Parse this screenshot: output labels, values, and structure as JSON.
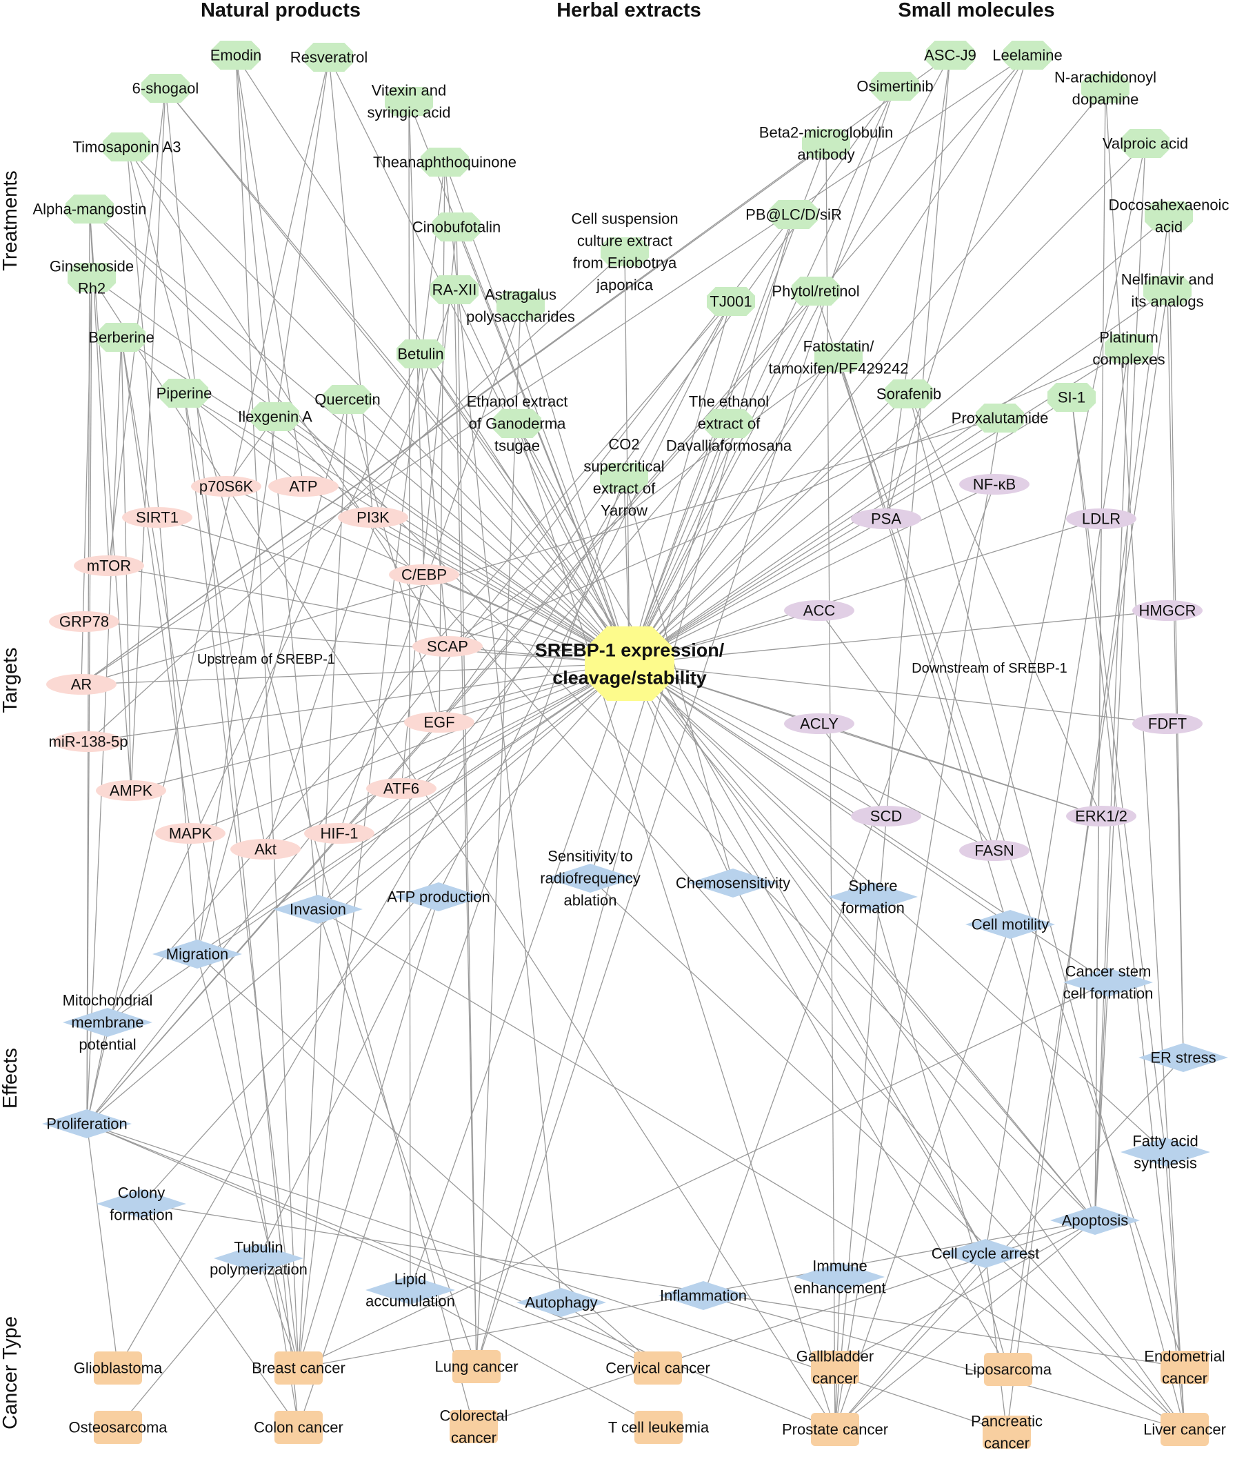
{
  "colors": {
    "treatment": "#c9ecc2",
    "upstream": "#fbd9d3",
    "downstream": "#e1cfe5",
    "effect": "#b8d2ec",
    "cancer": "#f8cfa0",
    "center": "#fdfb8c",
    "edge": "#9a9a9a"
  },
  "headers": {
    "natural": "Natural products",
    "herbal": "Herbal extracts",
    "small": "Small molecules"
  },
  "rows": {
    "treatments": "Treatments",
    "targets": "Targets",
    "effects": "Effects",
    "cancer": "Cancer Type"
  },
  "sections": {
    "upstream": "Upstream of SREBP-1",
    "downstream": "Downstream of SREBP-1"
  },
  "center": {
    "label": "SREBP-1 expression/\ncleavage/stability"
  },
  "nodes": {
    "treatments": [
      {
        "id": "emodin",
        "label": "Emodin"
      },
      {
        "id": "resveratrol",
        "label": "Resveratrol"
      },
      {
        "id": "shogaol",
        "label": "6-shogaol"
      },
      {
        "id": "vitexin",
        "label": "Vitexin and\nsyringic acid"
      },
      {
        "id": "timosaponin",
        "label": "Timosaponin A3"
      },
      {
        "id": "theanaph",
        "label": "Theanaphthoquinone"
      },
      {
        "id": "alphamang",
        "label": "Alpha-mangostin"
      },
      {
        "id": "cinobufotalin",
        "label": "Cinobufotalin"
      },
      {
        "id": "ginsenoside",
        "label": "Ginsenoside\nRh2"
      },
      {
        "id": "raxii",
        "label": "RA-XII"
      },
      {
        "id": "berberine",
        "label": "Berberine"
      },
      {
        "id": "betulin",
        "label": "Betulin"
      },
      {
        "id": "piperine",
        "label": "Piperine"
      },
      {
        "id": "ilexgenin",
        "label": "Ilexgenin A"
      },
      {
        "id": "quercetin",
        "label": "Quercetin"
      },
      {
        "id": "astragalus",
        "label": "Astragalus\npolysaccharides"
      },
      {
        "id": "eriobotrya",
        "label": "Cell suspension\nculture extract\nfrom Eriobotrya\njaponica"
      },
      {
        "id": "ganoderma",
        "label": "Ethanol extract\nof Ganoderma\ntsugae"
      },
      {
        "id": "yarrow",
        "label": "CO2\nsupercritical\nextract of\nYarrow"
      },
      {
        "id": "davallia",
        "label": "The ethanol\nextract of\nDavalliaformosana"
      },
      {
        "id": "tj001",
        "label": "TJ001"
      },
      {
        "id": "ascj9",
        "label": "ASC-J9"
      },
      {
        "id": "leelamine",
        "label": "Leelamine"
      },
      {
        "id": "osimertinib",
        "label": "Osimertinib"
      },
      {
        "id": "narach",
        "label": "N-arachidonoyl\ndopamine"
      },
      {
        "id": "beta2",
        "label": "Beta2-microglobulin\nantibody"
      },
      {
        "id": "valproic",
        "label": "Valproic acid"
      },
      {
        "id": "pblc",
        "label": "PB@LC/D/siR"
      },
      {
        "id": "docosa",
        "label": "Docosahexaenoic\nacid"
      },
      {
        "id": "phytol",
        "label": "Phytol/retinol"
      },
      {
        "id": "nelfinavir",
        "label": "Nelfinavir and\nits analogs"
      },
      {
        "id": "platinum",
        "label": "Platinum\ncomplexes"
      },
      {
        "id": "fatostatin",
        "label": "Fatostatin/\ntamoxifen/PF429242"
      },
      {
        "id": "sorafenib",
        "label": "Sorafenib"
      },
      {
        "id": "si1",
        "label": "SI-1"
      },
      {
        "id": "proxalutamide",
        "label": "Proxalutamide"
      }
    ],
    "upstream": [
      {
        "id": "p70s6k",
        "label": "p70S6K"
      },
      {
        "id": "atp",
        "label": "ATP"
      },
      {
        "id": "sirt1",
        "label": "SIRT1"
      },
      {
        "id": "pi3k",
        "label": "PI3K"
      },
      {
        "id": "mtor",
        "label": "mTOR"
      },
      {
        "id": "cebp",
        "label": "C/EBP"
      },
      {
        "id": "grp78",
        "label": "GRP78"
      },
      {
        "id": "scap",
        "label": "SCAP"
      },
      {
        "id": "ar",
        "label": "AR"
      },
      {
        "id": "egf",
        "label": "EGF"
      },
      {
        "id": "mir138",
        "label": "miR-138-5p"
      },
      {
        "id": "ampk",
        "label": "AMPK"
      },
      {
        "id": "atf6",
        "label": "ATF6"
      },
      {
        "id": "mapk",
        "label": "MAPK"
      },
      {
        "id": "hif1",
        "label": "HIF-1"
      },
      {
        "id": "akt",
        "label": "Akt"
      }
    ],
    "downstream": [
      {
        "id": "nfkb",
        "label": "NF-κB"
      },
      {
        "id": "psa",
        "label": "PSA"
      },
      {
        "id": "ldlr",
        "label": "LDLR"
      },
      {
        "id": "acc",
        "label": "ACC"
      },
      {
        "id": "hmgcr",
        "label": "HMGCR"
      },
      {
        "id": "acly",
        "label": "ACLY"
      },
      {
        "id": "fdft",
        "label": "FDFT"
      },
      {
        "id": "scd",
        "label": "SCD"
      },
      {
        "id": "erk",
        "label": "ERK1/2"
      },
      {
        "id": "fasn",
        "label": "FASN"
      }
    ],
    "effects": [
      {
        "id": "rfa",
        "label": "Sensitivity to\nradiofrequency\nablation"
      },
      {
        "id": "chemo",
        "label": "Chemosensitivity"
      },
      {
        "id": "atpprod",
        "label": "ATP production"
      },
      {
        "id": "invasion",
        "label": "Invasion"
      },
      {
        "id": "sphere",
        "label": "Sphere\nformation"
      },
      {
        "id": "motility",
        "label": "Cell motility"
      },
      {
        "id": "migration",
        "label": "Migration"
      },
      {
        "id": "csc",
        "label": "Cancer stem\ncell formation"
      },
      {
        "id": "mito",
        "label": "Mitochondrial\nmembrane\npotential"
      },
      {
        "id": "erstress",
        "label": "ER stress"
      },
      {
        "id": "prolif",
        "label": "Proliferation"
      },
      {
        "id": "fas",
        "label": "Fatty acid\nsynthesis"
      },
      {
        "id": "colony",
        "label": "Colony\nformation"
      },
      {
        "id": "apoptosis",
        "label": "Apoptosis"
      },
      {
        "id": "tubulin",
        "label": "Tubulin\npolymerization"
      },
      {
        "id": "cellcycle",
        "label": "Cell cycle arrest"
      },
      {
        "id": "immune",
        "label": "Immune\nenhancement"
      },
      {
        "id": "lipid",
        "label": "Lipid\naccumulation"
      },
      {
        "id": "inflammation",
        "label": "Inflammation"
      },
      {
        "id": "autophagy",
        "label": "Autophagy"
      }
    ],
    "cancers": [
      {
        "id": "glioblastoma",
        "label": "Glioblastoma"
      },
      {
        "id": "breast",
        "label": "Breast cancer"
      },
      {
        "id": "lung",
        "label": "Lung cancer"
      },
      {
        "id": "cervical",
        "label": "Cervical cancer"
      },
      {
        "id": "gallbladder",
        "label": "Gallbladder\ncancer"
      },
      {
        "id": "liposarcoma",
        "label": "Liposarcoma"
      },
      {
        "id": "endometrial",
        "label": "Endometrial\ncancer"
      },
      {
        "id": "osteosarcoma",
        "label": "Osteosarcoma"
      },
      {
        "id": "colon",
        "label": "Colon cancer"
      },
      {
        "id": "colorectal",
        "label": "Colorectal\ncancer"
      },
      {
        "id": "tcell",
        "label": "T cell leukemia"
      },
      {
        "id": "prostate",
        "label": "Prostate cancer"
      },
      {
        "id": "pancreatic",
        "label": "Pancreatic\ncancer"
      },
      {
        "id": "liver",
        "label": "Liver cancer"
      }
    ]
  },
  "edges": [
    [
      "emodin",
      "center"
    ],
    [
      "emodin",
      "atp"
    ],
    [
      "emodin",
      "invasion"
    ],
    [
      "emodin",
      "breast"
    ],
    [
      "resveratrol",
      "center"
    ],
    [
      "resveratrol",
      "pi3k"
    ],
    [
      "resveratrol",
      "migration"
    ],
    [
      "resveratrol",
      "prolif"
    ],
    [
      "shogaol",
      "center"
    ],
    [
      "shogaol",
      "mtor"
    ],
    [
      "shogaol",
      "ampk"
    ],
    [
      "shogaol",
      "apoptosis"
    ],
    [
      "shogaol",
      "colon"
    ],
    [
      "vitexin",
      "center"
    ],
    [
      "vitexin",
      "cebp"
    ],
    [
      "vitexin",
      "lipid"
    ],
    [
      "timosaponin",
      "center"
    ],
    [
      "timosaponin",
      "scap"
    ],
    [
      "timosaponin",
      "migration"
    ],
    [
      "timosaponin",
      "colorectal"
    ],
    [
      "theanaph",
      "center"
    ],
    [
      "theanaph",
      "egf"
    ],
    [
      "theanaph",
      "autophagy"
    ],
    [
      "theanaph",
      "breast"
    ],
    [
      "alphamang",
      "center"
    ],
    [
      "alphamang",
      "ampk"
    ],
    [
      "alphamang",
      "mtor"
    ],
    [
      "alphamang",
      "prolif"
    ],
    [
      "alphamang",
      "apoptosis"
    ],
    [
      "cinobufotalin",
      "center"
    ],
    [
      "cinobufotalin",
      "lung"
    ],
    [
      "cinobufotalin",
      "atf6"
    ],
    [
      "ginsenoside",
      "center"
    ],
    [
      "ginsenoside",
      "ar"
    ],
    [
      "ginsenoside",
      "prolif"
    ],
    [
      "ginsenoside",
      "prostate"
    ],
    [
      "raxii",
      "center"
    ],
    [
      "raxii",
      "akt"
    ],
    [
      "raxii",
      "lung"
    ],
    [
      "berberine",
      "center"
    ],
    [
      "berberine",
      "ampk"
    ],
    [
      "berberine",
      "mapk"
    ],
    [
      "berberine",
      "prolif"
    ],
    [
      "berberine",
      "colon"
    ],
    [
      "betulin",
      "center"
    ],
    [
      "betulin",
      "scap"
    ],
    [
      "betulin",
      "mito"
    ],
    [
      "betulin",
      "liver"
    ],
    [
      "piperine",
      "center"
    ],
    [
      "piperine",
      "atp"
    ],
    [
      "piperine",
      "akt"
    ],
    [
      "piperine",
      "breast"
    ],
    [
      "ilexgenin",
      "center"
    ],
    [
      "ilexgenin",
      "p70s6k"
    ],
    [
      "ilexgenin",
      "liver"
    ],
    [
      "quercetin",
      "center"
    ],
    [
      "quercetin",
      "egf"
    ],
    [
      "quercetin",
      "migration"
    ],
    [
      "quercetin",
      "breast"
    ],
    [
      "astragalus",
      "center"
    ],
    [
      "astragalus",
      "hif1"
    ],
    [
      "astragalus",
      "lung"
    ],
    [
      "eriobotrya",
      "center"
    ],
    [
      "eriobotrya",
      "mir138"
    ],
    [
      "ganoderma",
      "center"
    ],
    [
      "ganoderma",
      "cellcycle"
    ],
    [
      "ganoderma",
      "prostate"
    ],
    [
      "yarrow",
      "center"
    ],
    [
      "yarrow",
      "chemo"
    ],
    [
      "yarrow",
      "colon"
    ],
    [
      "davallia",
      "center"
    ],
    [
      "davallia",
      "rfa"
    ],
    [
      "davallia",
      "invasion"
    ],
    [
      "tj001",
      "center"
    ],
    [
      "tj001",
      "tubulin"
    ],
    [
      "tj001",
      "mito"
    ],
    [
      "tj001",
      "glioblastoma"
    ],
    [
      "ascj9",
      "center"
    ],
    [
      "ascj9",
      "ar"
    ],
    [
      "ascj9",
      "psa"
    ],
    [
      "ascj9",
      "prostate"
    ],
    [
      "leelamine",
      "center"
    ],
    [
      "leelamine",
      "ar"
    ],
    [
      "leelamine",
      "psa"
    ],
    [
      "leelamine",
      "prolif"
    ],
    [
      "osimertinib",
      "center"
    ],
    [
      "osimertinib",
      "egf"
    ],
    [
      "osimertinib",
      "lung"
    ],
    [
      "narach",
      "center"
    ],
    [
      "narach",
      "apoptosis"
    ],
    [
      "narach",
      "liver"
    ],
    [
      "beta2",
      "center"
    ],
    [
      "beta2",
      "ar"
    ],
    [
      "beta2",
      "prostate"
    ],
    [
      "valproic",
      "center"
    ],
    [
      "valproic",
      "fasn"
    ],
    [
      "valproic",
      "apoptosis"
    ],
    [
      "pblc",
      "center"
    ],
    [
      "pblc",
      "prolif"
    ],
    [
      "pblc",
      "lung"
    ],
    [
      "docosa",
      "center"
    ],
    [
      "docosa",
      "erstress"
    ],
    [
      "docosa",
      "pancreatic"
    ],
    [
      "phytol",
      "center"
    ],
    [
      "phytol",
      "fasn"
    ],
    [
      "phytol",
      "prolif"
    ],
    [
      "nelfinavir",
      "center"
    ],
    [
      "nelfinavir",
      "erstress"
    ],
    [
      "nelfinavir",
      "liposarcoma"
    ],
    [
      "platinum",
      "center"
    ],
    [
      "platinum",
      "scap"
    ],
    [
      "platinum",
      "apoptosis"
    ],
    [
      "platinum",
      "cellcycle"
    ],
    [
      "fatostatin",
      "center"
    ],
    [
      "fatostatin",
      "scap"
    ],
    [
      "fatostatin",
      "apoptosis"
    ],
    [
      "fatostatin",
      "endometrial"
    ],
    [
      "sorafenib",
      "center"
    ],
    [
      "sorafenib",
      "erk"
    ],
    [
      "sorafenib",
      "liver"
    ],
    [
      "si1",
      "center"
    ],
    [
      "si1",
      "fas"
    ],
    [
      "si1",
      "liver"
    ],
    [
      "proxalutamide",
      "center"
    ],
    [
      "proxalutamide",
      "ar"
    ],
    [
      "proxalutamide",
      "prostate"
    ],
    [
      "sirt1",
      "center"
    ],
    [
      "p70s6k",
      "center"
    ],
    [
      "atp",
      "center"
    ],
    [
      "pi3k",
      "center"
    ],
    [
      "mtor",
      "center"
    ],
    [
      "cebp",
      "center"
    ],
    [
      "grp78",
      "center"
    ],
    [
      "scap",
      "center"
    ],
    [
      "ar",
      "center"
    ],
    [
      "egf",
      "center"
    ],
    [
      "mir138",
      "center"
    ],
    [
      "ampk",
      "center"
    ],
    [
      "atf6",
      "center"
    ],
    [
      "mapk",
      "center"
    ],
    [
      "hif1",
      "center"
    ],
    [
      "akt",
      "center"
    ],
    [
      "center",
      "nfkb"
    ],
    [
      "center",
      "psa"
    ],
    [
      "center",
      "ldlr"
    ],
    [
      "center",
      "acc"
    ],
    [
      "center",
      "hmgcr"
    ],
    [
      "center",
      "acly"
    ],
    [
      "center",
      "fdft"
    ],
    [
      "center",
      "scd"
    ],
    [
      "center",
      "erk"
    ],
    [
      "center",
      "fasn"
    ],
    [
      "center",
      "prolif"
    ],
    [
      "center",
      "migration"
    ],
    [
      "center",
      "invasion"
    ],
    [
      "center",
      "apoptosis"
    ],
    [
      "center",
      "chemo"
    ],
    [
      "center",
      "sphere"
    ],
    [
      "center",
      "motility"
    ],
    [
      "center",
      "csc"
    ],
    [
      "center",
      "cellcycle"
    ],
    [
      "center",
      "lipid"
    ],
    [
      "center",
      "colony"
    ],
    [
      "center",
      "mito"
    ],
    [
      "center",
      "fas"
    ],
    [
      "acly",
      "scd"
    ],
    [
      "acly",
      "erk"
    ],
    [
      "acc",
      "fasn"
    ],
    [
      "nfkb",
      "inflammation"
    ],
    [
      "ldlr",
      "apoptosis"
    ],
    [
      "atpprod",
      "breast"
    ],
    [
      "invasion",
      "liver"
    ],
    [
      "invasion",
      "lung"
    ],
    [
      "migration",
      "breast"
    ],
    [
      "migration",
      "cervical"
    ],
    [
      "sphere",
      "liposarcoma"
    ],
    [
      "motility",
      "prostate"
    ],
    [
      "csc",
      "breast"
    ],
    [
      "erstress",
      "prostate"
    ],
    [
      "prolif",
      "cervical"
    ],
    [
      "prolif",
      "prostate"
    ],
    [
      "prolif",
      "glioblastoma"
    ],
    [
      "prolif",
      "pancreatic"
    ],
    [
      "colony",
      "colon"
    ],
    [
      "colony",
      "endometrial"
    ],
    [
      "apoptosis",
      "gallbladder"
    ],
    [
      "apoptosis",
      "prostate"
    ],
    [
      "apoptosis",
      "breast"
    ],
    [
      "apoptosis",
      "colorectal"
    ],
    [
      "cellcycle",
      "prostate"
    ],
    [
      "cellcycle",
      "pancreatic"
    ],
    [
      "immune",
      "prostate"
    ],
    [
      "inflammation",
      "liver"
    ],
    [
      "autophagy",
      "cervical"
    ],
    [
      "lipid",
      "tcell"
    ],
    [
      "tubulin",
      "osteosarcoma"
    ],
    [
      "tubulin",
      "breast"
    ],
    [
      "fas",
      "liver"
    ],
    [
      "csc",
      "apoptosis"
    ],
    [
      "mito",
      "prolif"
    ],
    [
      "chemo",
      "liposarcoma"
    ],
    [
      "rfa",
      "liver"
    ]
  ]
}
